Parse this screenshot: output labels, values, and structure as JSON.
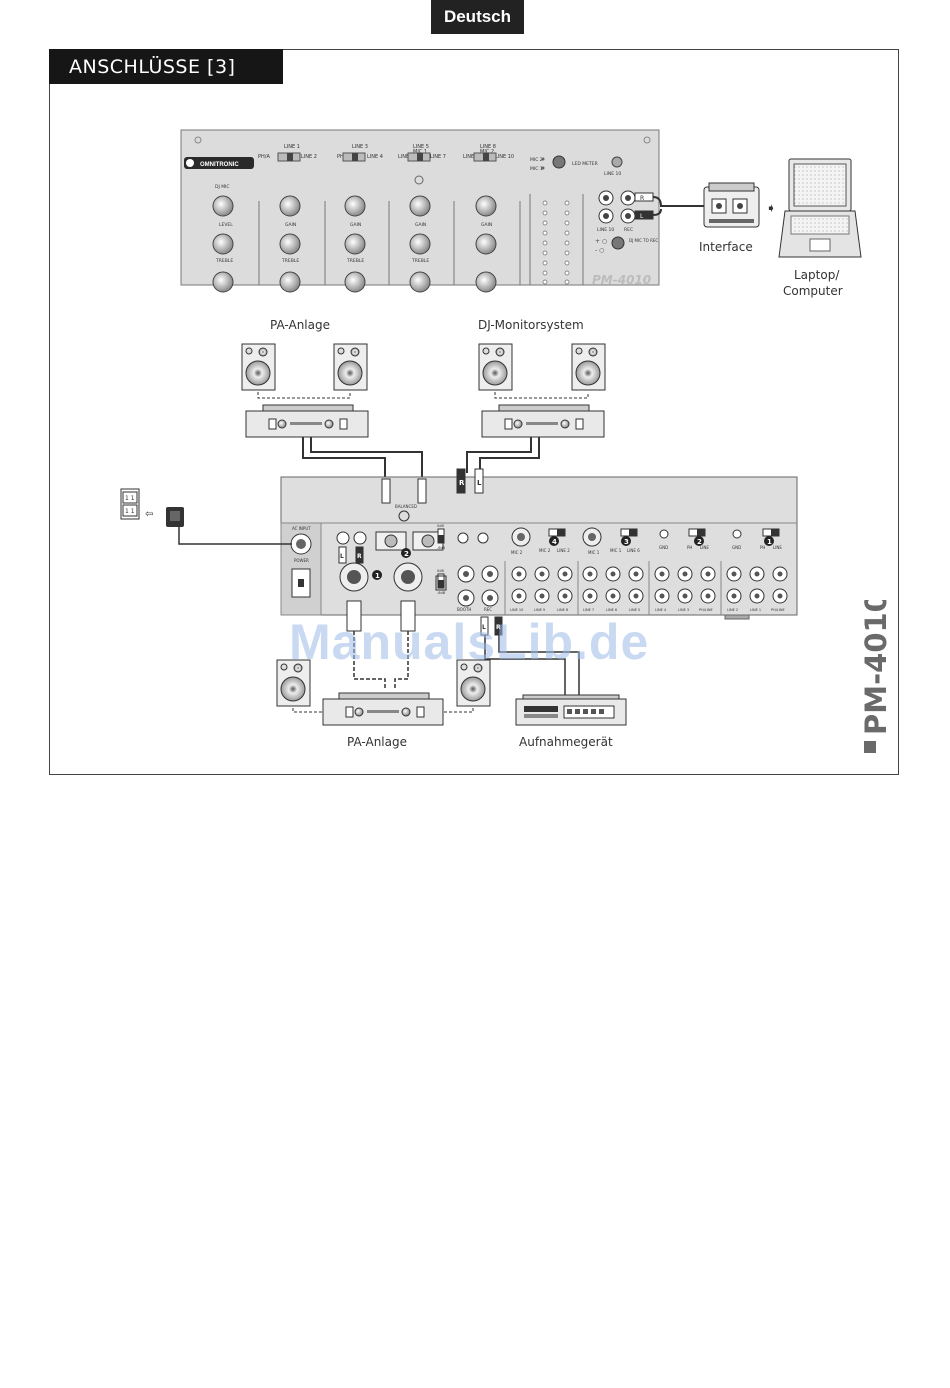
{
  "header": {
    "language_tab": "Deutsch"
  },
  "section": {
    "title": "ANSCHLÜSSE [3]"
  },
  "labels": {
    "interface": "Interface",
    "laptop": "Laptop/",
    "computer": "Computer",
    "pa_top": "PA-Anlage",
    "dj_monitor": "DJ-Monitorsystem",
    "pa_bottom": "PA-Anlage",
    "recorder": "Aufnahmegerät"
  },
  "model": "PM-4010",
  "watermark": "ManualsLib.de",
  "mixer_front": {
    "brand": "OMNITRONIC",
    "channel_labels": [
      "LINE 1",
      "PH/A",
      "LINE 2",
      "LINE 3",
      "PH/A",
      "LINE 4",
      "LINE 5",
      "MIC 1",
      "LINE 6",
      "LINE 7",
      "LINE 8",
      "MIC 2",
      "LINE 9",
      "LINE 10"
    ],
    "knob_labels": [
      "DJ MIC",
      "LEVEL",
      "TREBLE",
      "GAIN",
      "GAIN",
      "GAIN",
      "GAIN",
      "TREBLE",
      "TREBLE",
      "TREBLE"
    ],
    "meter_labels": [
      "MIC 2",
      "MIC 1",
      "LED METER",
      "LINE 10",
      "LINE 10",
      "REC",
      "DJ MIC TO REC"
    ],
    "model_text": "PM-4010"
  },
  "mixer_rear": {
    "sockets": [
      "AC INPUT",
      "POWER",
      "BALANCED",
      "BOOTH",
      "REC",
      "MIC 2",
      "MIC 1",
      "GND",
      "GND",
      "LINE 10",
      "LINE 9",
      "LINE 8",
      "LINE 7",
      "LINE 6",
      "LINE 5",
      "LINE 4",
      "LINE 3",
      "PH/LINE",
      "LINE 2",
      "LINE 1",
      "PH/LINE"
    ],
    "switch_labels": [
      "MIC 2",
      "LINE 2",
      "MIC 1",
      "LINE 6",
      "PH",
      "LINE",
      "PH",
      "LINE"
    ],
    "badges": [
      "1",
      "2",
      "2",
      "3",
      "4",
      "1"
    ],
    "plug_letters": [
      "R",
      "L",
      "R",
      "L",
      "R",
      "L"
    ],
    "level_labels": [
      "0dB",
      "-6dB",
      "0dB",
      "-6dB"
    ]
  },
  "outlet_labels": [
    "1 1",
    "1 1"
  ]
}
